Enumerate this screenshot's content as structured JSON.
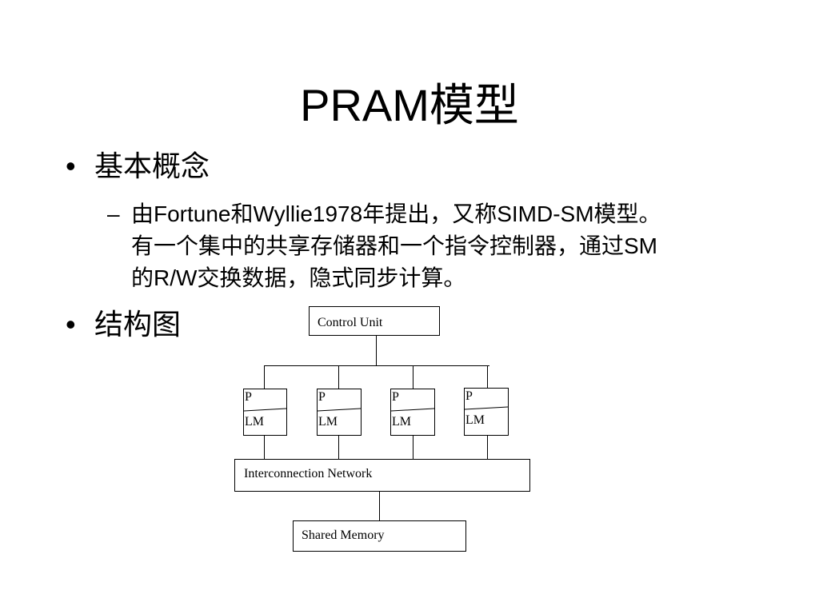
{
  "slide": {
    "title": "PRAM模型",
    "bullets": [
      {
        "marker": "•",
        "text": "基本概念"
      },
      {
        "marker": "•",
        "text": "结构图"
      }
    ],
    "sub_bullet": {
      "marker": "–",
      "lines": [
        "由Fortune和Wyllie1978年提出，又称SIMD-SM模型。",
        "有一个集中的共享存储器和一个指令控制器，通过SM",
        "的R/W交换数据，隐式同步计算。"
      ]
    }
  },
  "diagram": {
    "control_unit": "Control Unit",
    "processors": [
      {
        "p": "P",
        "lm": "LM"
      },
      {
        "p": "P",
        "lm": "LM"
      },
      {
        "p": "P",
        "lm": "LM"
      },
      {
        "p": "P",
        "lm": "LM"
      }
    ],
    "network": "Interconnection Network",
    "memory": "Shared Memory"
  }
}
